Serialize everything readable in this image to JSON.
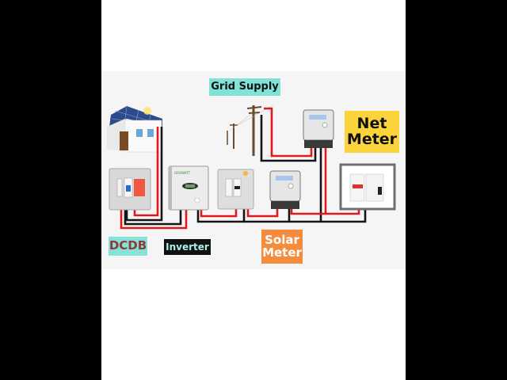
{
  "labels": {
    "grid_supply": "Grid Supply",
    "net_meter": "Net\nMeter",
    "dcdb": "DCDB",
    "inverter": "Inverter",
    "solar_meter": "Solar\nMeter"
  },
  "colors": {
    "grid_supply_bg": "#7fe3d8",
    "net_meter_bg": "#fbd33b",
    "dcdb_bg": "#86e2d9",
    "dcdb_text": "#8a3b3b",
    "inverter_bg": "#111111",
    "inverter_text": "#a9f0e6",
    "solar_meter_bg": "#f58b3c",
    "live_wire": "#e0191e",
    "neutral_wire": "#151515"
  }
}
